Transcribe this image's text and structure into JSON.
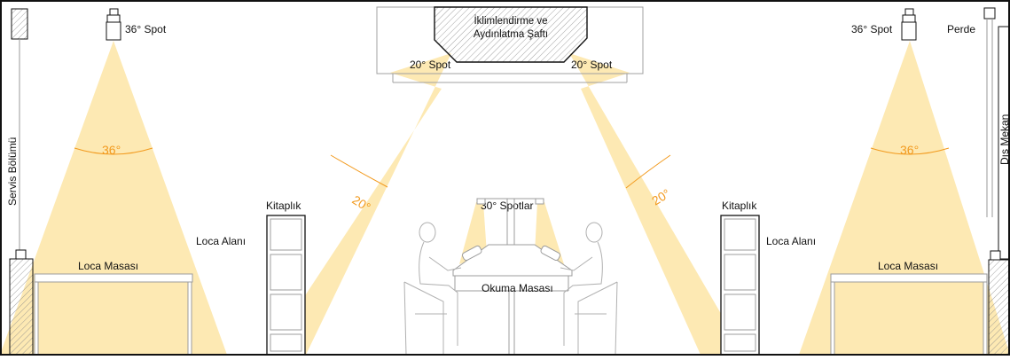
{
  "colors": {
    "beam": "#fde9b3",
    "angle_text": "#f29a1e",
    "frame": "#111111",
    "hatch": "#9a9a9a",
    "furniture_line": "#9c9c9c"
  },
  "labels": {
    "shaft_line1": "İklimlendirme ve",
    "shaft_line2": "Aydınlatma Şaftı",
    "spot_left_36": "36° Spot",
    "spot_right_36": "36° Spot",
    "spot_left_20": "20° Spot",
    "spot_right_20": "20° Spot",
    "curtain": "Perde",
    "service": "Servis Bölümü",
    "outside": "Dış Mekan",
    "bookshelf_left": "Kitaplık",
    "bookshelf_right": "Kitaplık",
    "booth_area_left": "Loca Alanı",
    "booth_area_right": "Loca Alanı",
    "booth_table_left": "Loca Masası",
    "booth_table_right": "Loca Masası",
    "spots_30": "30° Spotlar",
    "reading_table": "Okuma Masası"
  },
  "angles": {
    "left_36": "36°",
    "right_36": "36°",
    "left_20": "20°",
    "right_20": "20°"
  }
}
